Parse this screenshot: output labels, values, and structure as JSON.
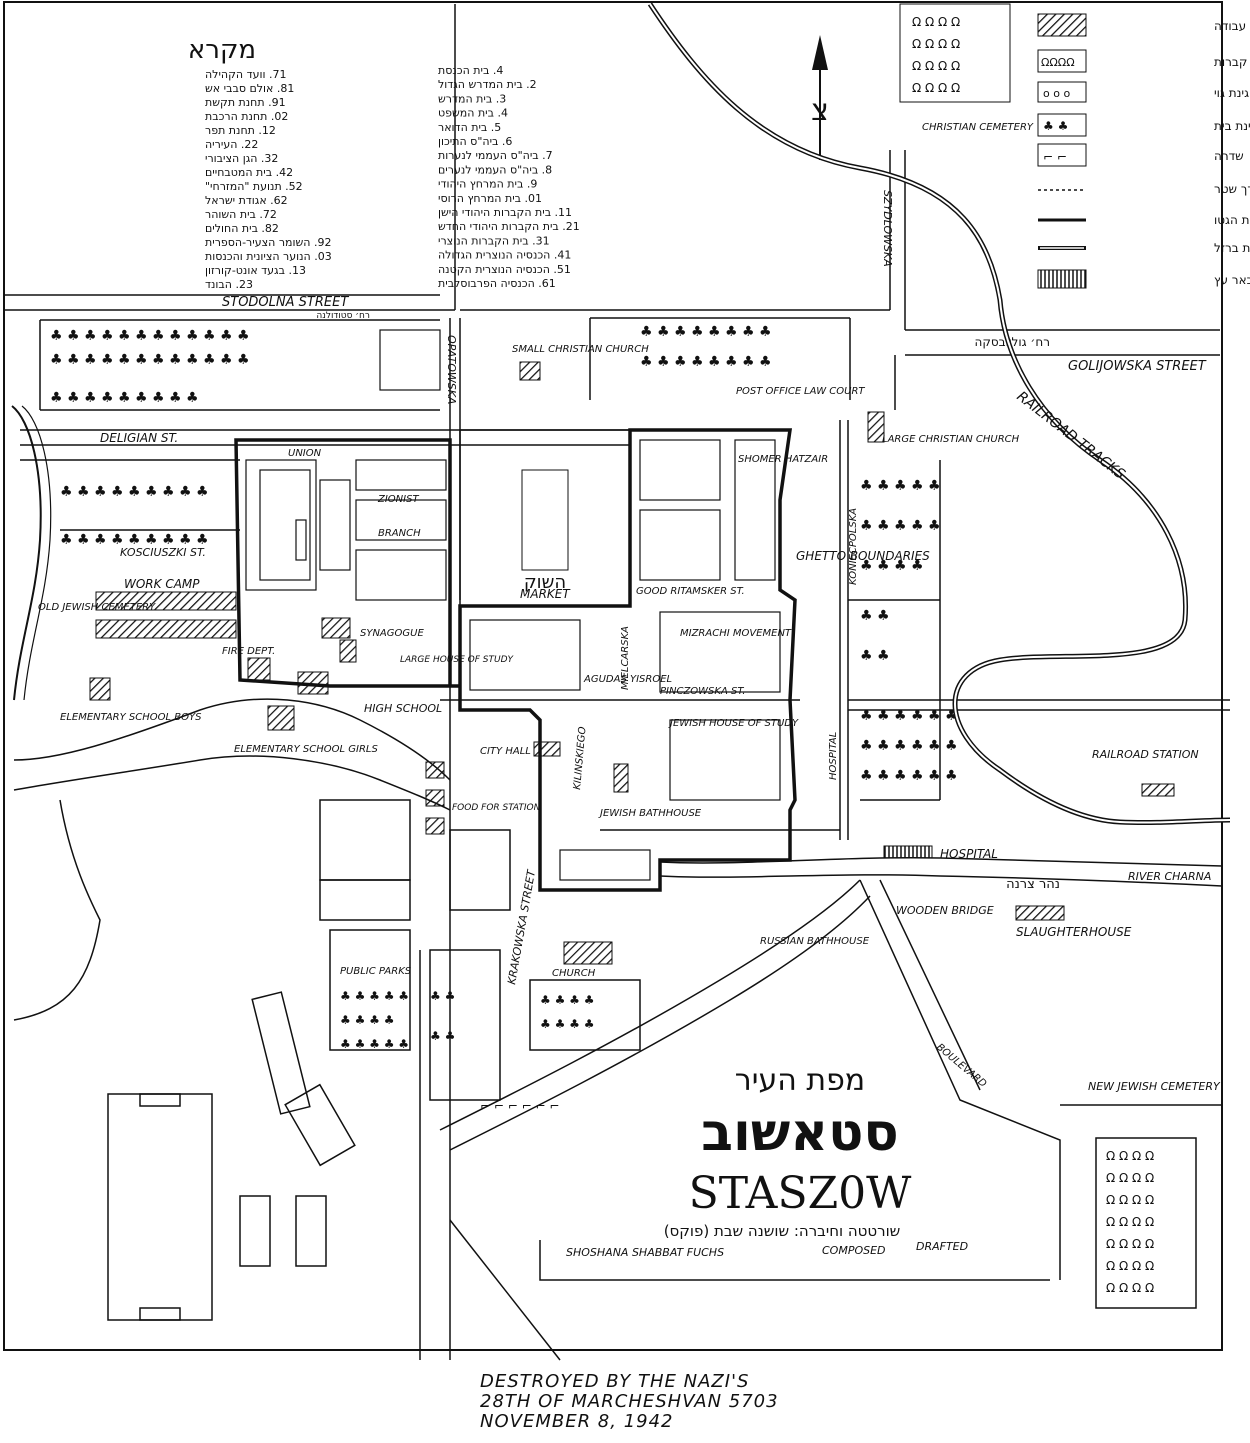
{
  "legend_left": {
    "title": "מקרא",
    "col_right": [
      "4. בית הכנסת",
      "2. בית המדרש הגדול",
      "3. בית המדרש",
      "4. בית המשפט",
      "5. בית הדואר",
      "6. ביה\"ס התיכון",
      "7. ביה\"ס העממי לנערות",
      "8. ביה\"ס העממי לנערים",
      "9. בית המרחץ היהודי",
      "10. בית המרחץ הרוסי",
      "11. בית הקברות היהודי הישן",
      "12. בית הקברות היהודי החדש",
      "13. בית הקברות הנוצרי",
      "14. הכנסיה הנוצרית הגדולה",
      "15. הכנסיה הנוצרית הקטנה",
      "16. הכנסיה הפרבוסלבית"
    ],
    "col_left": [
      "17. וועד הקהילה",
      "18. אולם סבבי אש",
      "19. תחנת תקשת",
      "20. תחנת הרכבת",
      "21. תחנת תפר",
      "22. העיריה",
      "23. הגן הציבורי",
      "24. בית המטבחיים",
      "25. תנועת \"המזרחי\"",
      "26. אגודת ישראל",
      "27. בית השוהר",
      "28. בית החולים",
      "29. השומר הצעיר-הספרית",
      "30. הנוער הציונית והכנסות",
      "31. בגעד אונט-קורזון",
      "32. הבונד"
    ]
  },
  "legend_right": [
    {
      "label": "מחנה עבודה",
      "symbol": "hatch"
    },
    {
      "label": "בית קברות",
      "symbol": "graves"
    },
    {
      "label": "גינת גוי",
      "symbol": "ovals"
    },
    {
      "label": "גינת בית",
      "symbol": "trees"
    },
    {
      "label": "שדרה",
      "symbol": "avenue"
    },
    {
      "label": "מעבר דרך שטר",
      "symbol": "dotted"
    },
    {
      "label": "גבולות הגטו",
      "symbol": "thick"
    },
    {
      "label": "מסילת ברזל",
      "symbol": "rail"
    },
    {
      "label": "באר עץ",
      "symbol": "vbars"
    }
  ],
  "north": {
    "label": "צ"
  },
  "streets": {
    "stodolna": "STODOLNA STREET",
    "stodolna_heb": "רח׳ סטודולנה",
    "opatowska": "OPATOWSKA",
    "golijowska": "GOLIJOWSKA STREET",
    "golijowska_heb": "רח׳ גוליובסקה",
    "zeglinska": "DELIGIAN ST.",
    "szydlowska": "SZYDLOWSKA",
    "krakowska": "KRAKOWSKA STREET",
    "kilinskiego": "KILINSKIEGO",
    "kosciuszki": "KOSCIUSZKI ST.",
    "koniecpolska": "KONIECPOLSKA",
    "mielcarska": "MIELCARSKA",
    "good_ritamsker": "GOOD RITAMSKER ST.",
    "pinczowska": "PINCZOWSKA ST.",
    "hospital_st": "HOSPITAL"
  },
  "places": {
    "christian_cemetery": "CHRISTIAN CEMETERY",
    "small_church": "SMALL CHRISTIAN CHURCH",
    "post_office": "POST OFFICE",
    "law_court": "LAW COURT",
    "large_church": "LARGE CHRISTIAN CHURCH",
    "railroad_tracks": "RAILROAD TRACKS",
    "shomer_hatzair": "SHOMER HATZAIR",
    "ghetto_boundaries": "GHETTO BOUNDARIES",
    "union": "UNION",
    "zionist": "ZIONIST",
    "branch": "BRANCH",
    "hashuk": "השוק",
    "market": "MARKET",
    "work_camp": "WORK CAMP",
    "old_cemetery": "OLD JEWISH CEMETERY",
    "synagogue": "SYNAGOGUE",
    "large_house": "LARGE HOUSE OF STUDY",
    "fire_dept": "FIRE DEPT.",
    "mizrachi": "MIZRACHI MOVEMENT",
    "agudas": "AGUDAS YISROEL",
    "jewish_house": "JEWISH HOUSE OF STUDY",
    "high_school": "HIGH SCHOOL",
    "elem_boys": "ELEMENTARY SCHOOL BOYS",
    "elem_girls": "ELEMENTARY SCHOOL GIRLS",
    "city_hall": "CITY HALL",
    "food_station": "FOOD FOR STATION",
    "jewish_bathhouse": "JEWISH BATHHOUSE",
    "railroad_station": "RAILROAD STATION",
    "hospital": "HOSPITAL",
    "river": "RIVER CHARNA",
    "river_heb": "נהר צרנה",
    "wooden_bridge": "WOODEN BRIDGE",
    "slaughterhouse": "SLAUGHTERHOUSE",
    "russian_bathhouse": "RUSSIAN BATHHOUSE",
    "church": "CHURCH",
    "public_parks": "PUBLIC PARKS",
    "boulevard": "BOULEVARD",
    "new_cemetery": "NEW JEWISH CEMETERY"
  },
  "title": {
    "heb_sub": "מפת העיר",
    "heb_main": "סטאשוב",
    "latin": "STASZ0W",
    "credit_heb": "שורטטה וחיברה: שושנה שבת (פוקס)",
    "credit_en": "SHOSHANA SHABBAT FUCHS",
    "composed": "COMPOSED",
    "drafted": "DRAFTED"
  },
  "note": {
    "line1": "DESTROYED BY THE NAZI'S",
    "line2": "28TH OF MARCHESHVAN 5703",
    "line3": "NOVEMBER 8, 1942"
  }
}
